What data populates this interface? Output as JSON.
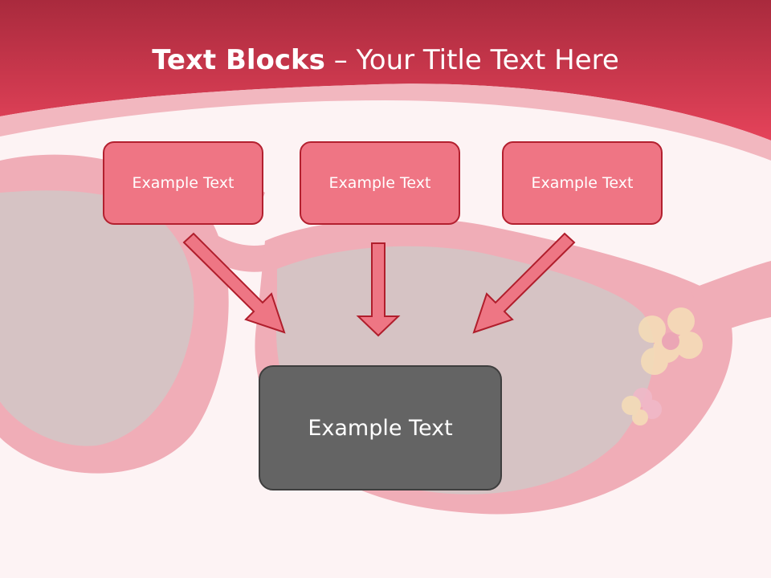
{
  "slide": {
    "title_bold": "Text Blocks",
    "title_separator": " – ",
    "title_rest": "Your Title Text Here"
  },
  "blocks": [
    {
      "label": "Example Text"
    },
    {
      "label": "Example Text"
    },
    {
      "label": "Example Text"
    }
  ],
  "main_block": {
    "label": "Example Text"
  },
  "colors": {
    "header_top": "#a92a3d",
    "header_bottom": "#e5435a",
    "block_fill": "#ef7584",
    "block_border": "#b3202f",
    "main_block_fill": "#646464",
    "arrow_fill": "#ee7684",
    "arrow_stroke": "#b01e2c"
  }
}
